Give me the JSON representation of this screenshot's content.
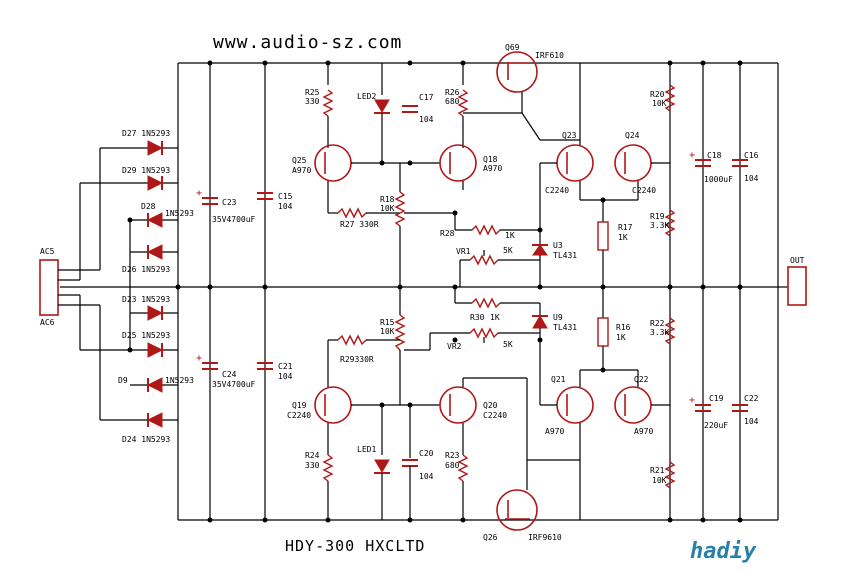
{
  "site_url": "www.audio-sz.com",
  "title": "HDY-300   HXCLTD",
  "watermark": "hadiy",
  "components": {
    "Q69": "Q69",
    "IRF610": "IRF610",
    "R25": "R25",
    "R25v": "330",
    "LED2": "LED2",
    "C17": "C17",
    "C17v": "104",
    "R26": "R26",
    "R26v": "680",
    "Q23": "Q23",
    "Q24": "Q24",
    "R20": "R20",
    "R20v": "10K",
    "D27": "D27 1N5293",
    "D29": "D29 1N5293",
    "D28": "D28",
    "D28v": "1N5293",
    "D26": "D26 1N5293",
    "C23": "C23",
    "C23v": "35V4700uF",
    "C15": "C15",
    "C15v": "104",
    "Q25": "Q25",
    "Q25v": "A970",
    "Q18": "Q18",
    "Q18v": "A970",
    "C2240a": "C2240",
    "C2240b": "C2240",
    "C18": "C18",
    "C18v": "1000uF",
    "C16": "C16",
    "C16v": "104",
    "R18": "R18",
    "R18v": "10K",
    "R27": "R27 330R",
    "R19": "R19",
    "R19v": "3.3K",
    "R17": "R17",
    "R17v": "1K",
    "R28": "R28",
    "R28v": "1K",
    "VR1": "VR1",
    "VR1v": "5K",
    "U3": "U3",
    "U3v": "TL431",
    "AC5": "AC5",
    "AC6": "AC6",
    "OUT": "OUT",
    "D23": "D23 1N5293",
    "D25": "D25 1N5293",
    "D9": "D9",
    "D9v": "1N5293",
    "D24": "D24 1N5293",
    "R30": "R30",
    "R30v": "1K",
    "U9": "U9",
    "U9v": "TL431",
    "R15": "R15",
    "R15v": "10K",
    "R29": "R29330R",
    "VR2": "VR2",
    "VR2v": "5K",
    "R16": "R16",
    "R16v": "1K",
    "R22": "R22",
    "R22v": "3.3K",
    "C24": "C24",
    "C24v": "35V4700uF",
    "C21": "C21",
    "C21v": "104",
    "Q19": "Q19",
    "Q19v": "C2240",
    "Q20": "Q20",
    "Q20v": "C2240",
    "Q21": "Q21",
    "Q22": "Q22",
    "A970a": "A970",
    "A970b": "A970",
    "C19": "C19",
    "C19v": "220uF",
    "C22": "C22",
    "C22v": "104",
    "R24": "R24",
    "R24v": "330",
    "LED1": "LED1",
    "C20": "C20",
    "C20v": "104",
    "R23": "R23",
    "R23v": "680",
    "R21": "R21",
    "R21v": "10K",
    "Q26": "Q26",
    "IRF9610": "IRF9610"
  }
}
